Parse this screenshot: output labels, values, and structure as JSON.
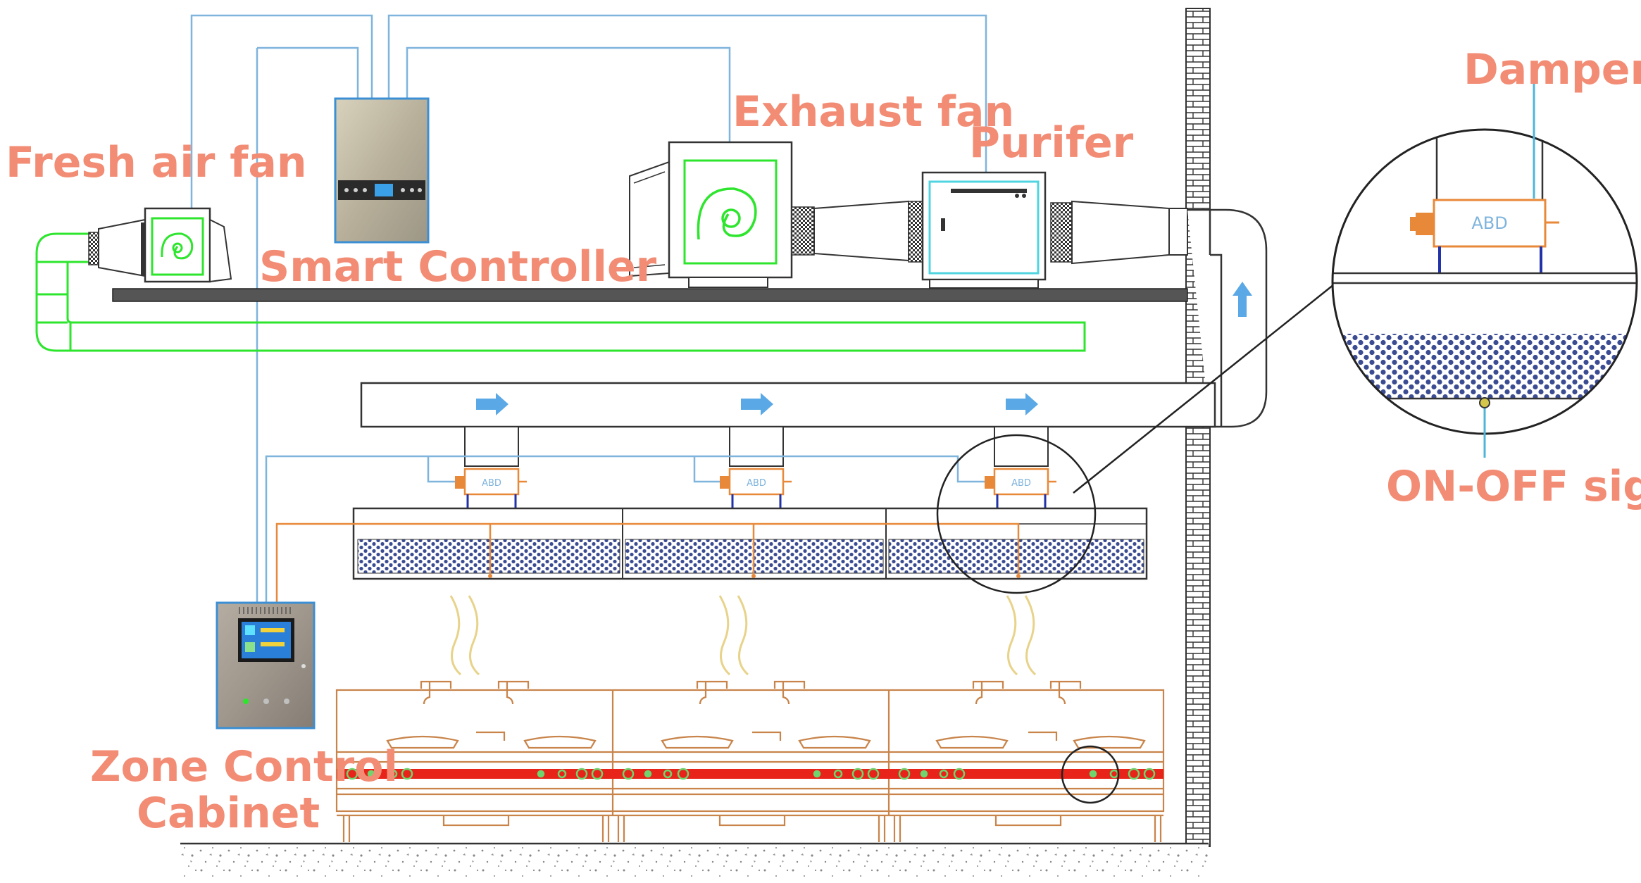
{
  "labels": {
    "fresh_air_fan": "Fresh air fan",
    "smart_controller": "Smart Controller",
    "exhaust_fan": "Exhaust fan",
    "purifier": "Purifer",
    "damper": "Damper",
    "on_off_signal": "ON-OFF signal",
    "zone_control_line1": "Zone Control",
    "zone_control_line2": "Cabinet"
  },
  "damper_text": "ABD",
  "colors": {
    "label": "#f28c74",
    "signal_line": "#7fb4dd",
    "green_duct": "#2ee52e",
    "orange_line": "#e8893a",
    "cabinet": "#9a9a9a",
    "red_bar": "#e8231a",
    "filter": "#3a4b8f",
    "arrow": "#5aa9e6"
  },
  "icons": {
    "fresh_air_fan": "fan-icon",
    "exhaust_fan": "fan-icon",
    "purifier": "purifier-box-icon",
    "flow_arrow": "arrow-right-icon",
    "up_arrow": "arrow-up-icon"
  }
}
